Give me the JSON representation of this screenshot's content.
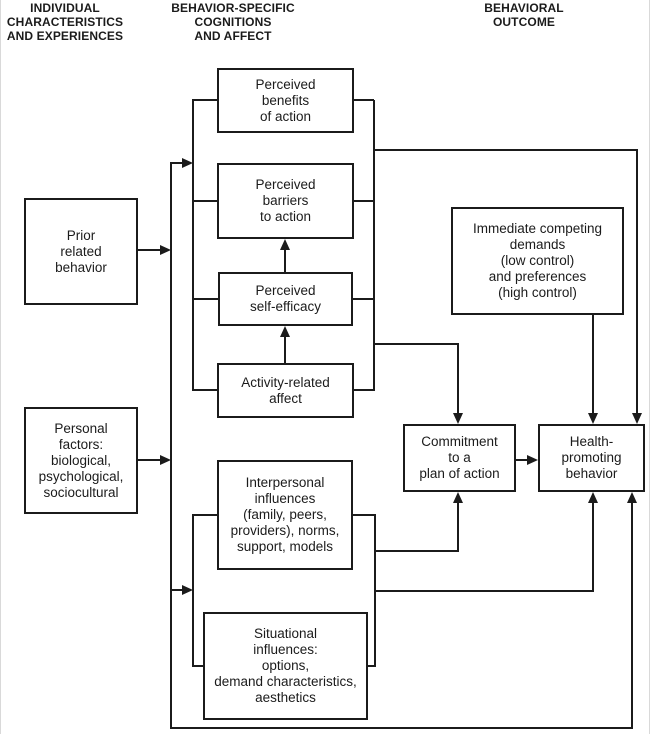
{
  "title": "Health Promotion Model diagram",
  "colors": {
    "line": "#1b1b1b",
    "background": "#ffffff",
    "page_edge": "#d9d9d9"
  },
  "headers": {
    "individual": "INDIVIDUAL\nCHARACTERISTICS\nAND EXPERIENCES",
    "behavior_specific": "BEHAVIOR-SPECIFIC\nCOGNITIONS\nAND AFFECT",
    "behavioral_outcome": "BEHAVIORAL\nOUTCOME"
  },
  "boxes": {
    "prior": "Prior\nrelated\nbehavior",
    "personal": "Personal\nfactors:\nbiological,\npsychological,\nsociocultural",
    "benefits": "Perceived\nbenefits\nof action",
    "barriers": "Perceived\nbarriers\nto action",
    "self_efficacy": "Perceived\nself-efficacy",
    "affect": "Activity-related\naffect",
    "demands": "Immediate competing\ndemands\n(low control)\nand preferences\n(high control)",
    "interpersonal": "Interpersonal\ninfluences\n(family, peers,\nproviders), norms,\nsupport, models",
    "situational": "Situational\ninfluences:\noptions,\ndemand characteristics,\naesthetics",
    "commitment": "Commitment\nto a\nplan of action",
    "health": "Health-\npromoting\nbehavior"
  }
}
